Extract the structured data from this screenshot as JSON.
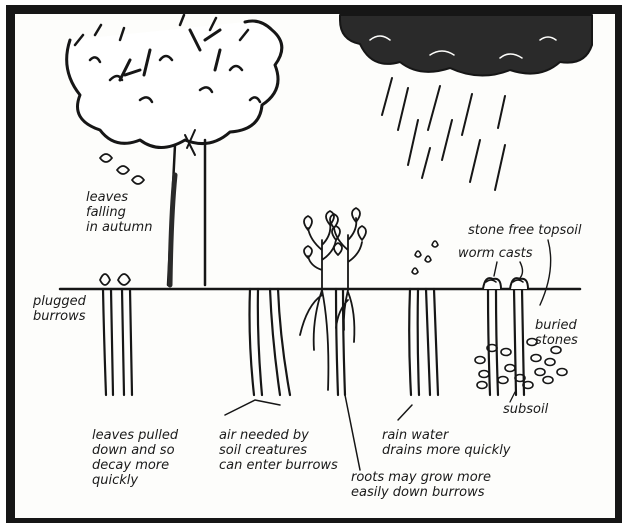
{
  "labels": {
    "leaves_falling": "leaves\nfalling\nin autumn",
    "plugged_burrows": "plugged\nburrows",
    "leaves_pulled": "leaves pulled\ndown and so\ndecay more\nquickly",
    "air_needed": "air needed by\nsoil creatures\ncan enter burrows",
    "roots_grow": "roots may grow more\neasily down burrows",
    "rain_water": "rain water\ndrains more quickly",
    "stone_free_topsoil": "stone free topsoil",
    "worm_casts": "worm casts",
    "buried_stones": "buried\nstones",
    "subsoil": "subsoil"
  },
  "colors": {
    "ink": "#161616",
    "paper": "#fdfdfb",
    "cloud": "#2a2a2a"
  }
}
